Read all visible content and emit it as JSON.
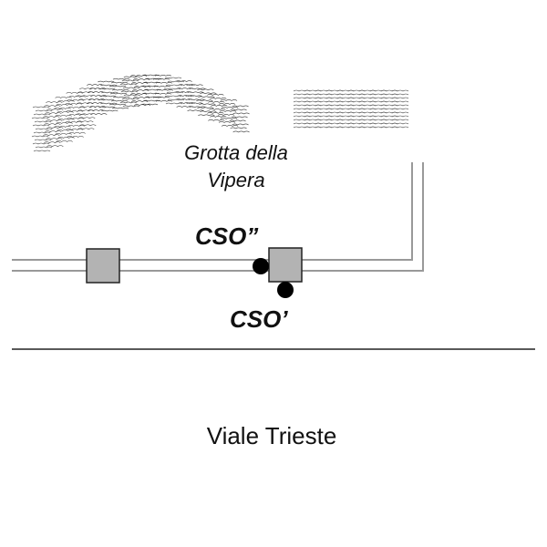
{
  "labels": {
    "cave_line1": "Grotta della",
    "cave_line2": "Vipera",
    "cso_double": "CSO”",
    "cso_single": "CSO’",
    "street": "Viale Trieste"
  },
  "colors": {
    "pipe": "#999999",
    "chamber_fill": "#b3b3b3",
    "outline": "#222222",
    "dot": "#000000"
  }
}
